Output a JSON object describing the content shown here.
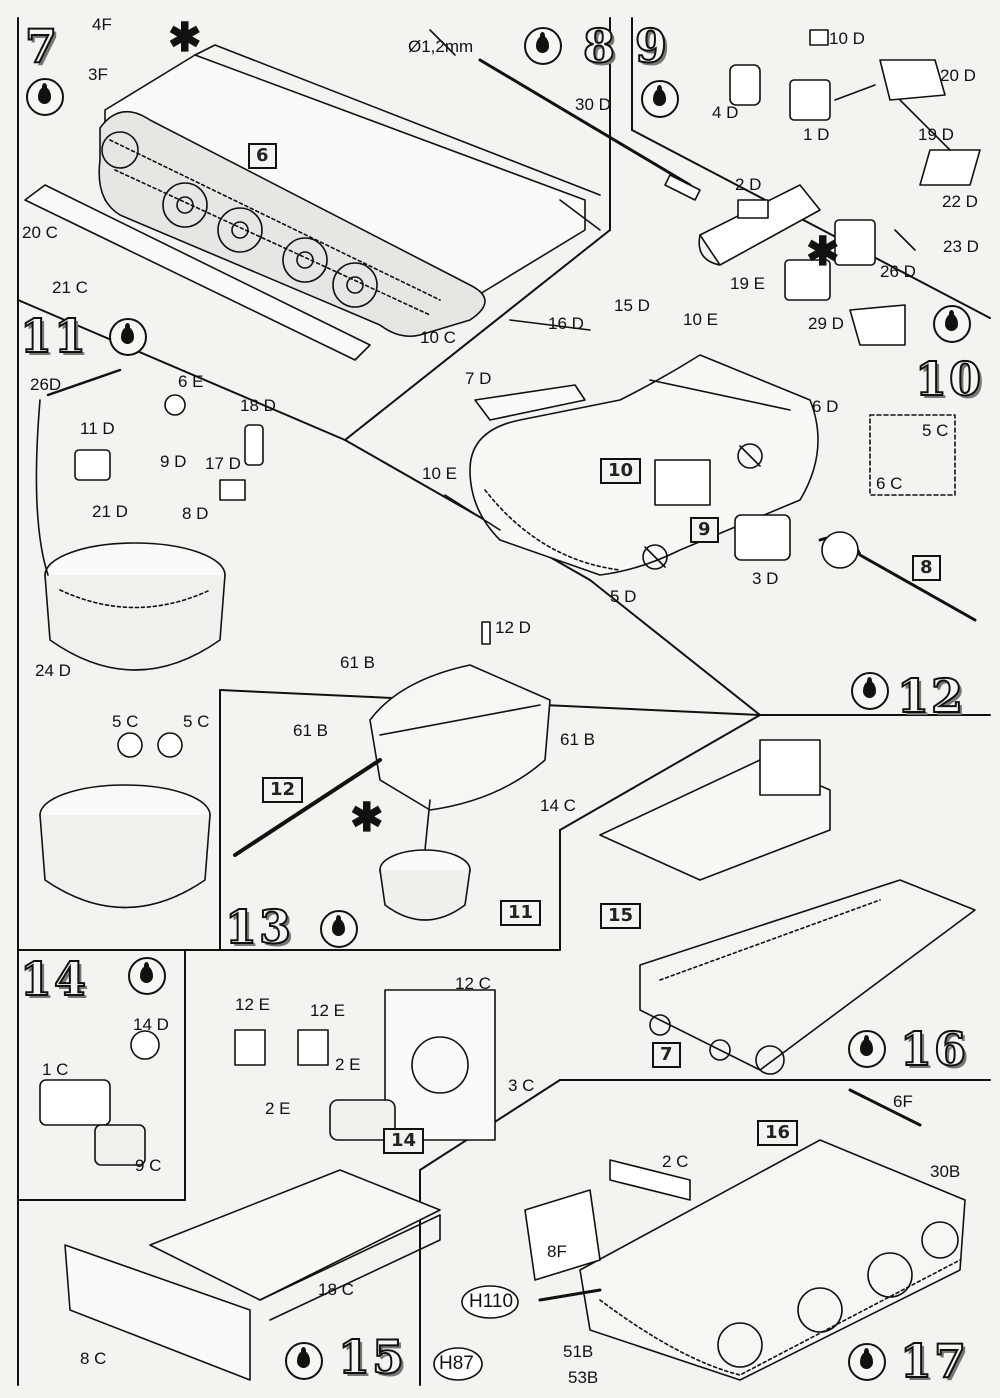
{
  "steps": {
    "s7": "7",
    "s8": "8",
    "s9": "9",
    "s10": "10",
    "s11": "11",
    "s12": "12",
    "s13": "13",
    "s14": "14",
    "s15": "15",
    "s16": "16",
    "s17": "17"
  },
  "refs": {
    "r6": "6",
    "r10": "10",
    "r9": "9",
    "r8": "8",
    "r12": "12",
    "r11": "11",
    "r15": "15",
    "r7": "7",
    "r14": "14",
    "r16": "16"
  },
  "parts": {
    "p4F": "4F",
    "p3F": "3F",
    "p1_2mm": "Ø1,2mm",
    "p30D": "30 D",
    "p20C": "20 C",
    "p21C": "21 C",
    "p10C": "10 C",
    "p10D": "10 D",
    "p20D": "20 D",
    "p4D": "4 D",
    "p1D": "1 D",
    "p19D": "19 D",
    "p2D": "2 D",
    "p22D": "22 D",
    "p23D": "23 D",
    "p26D_a": "26 D",
    "p19E": "19 E",
    "p29D": "29 D",
    "p26D_b": "26D",
    "p6E": "6 E",
    "p18D": "18 D",
    "p11D": "11 D",
    "p9D": "9 D",
    "p17D": "17 D",
    "p21D": "21 D",
    "p8D": "8 D",
    "p24D": "24 D",
    "p15D": "15 D",
    "p16D": "16 D",
    "p10E_a": "10 E",
    "p7D": "7 D",
    "p6D": "6 D",
    "p10E_b": "10 E",
    "p5C_a": "5 C",
    "p6C": "6 C",
    "p3D": "3 D",
    "p5D": "5 D",
    "p12D": "12 D",
    "p61B_a": "61 B",
    "p61B_b": "61 B",
    "p61B_c": "61 B",
    "p14C": "14 C",
    "p5C_b": "5 C",
    "p5C_c": "5 C",
    "p14D": "14 D",
    "p1C": "1 C",
    "p9C": "9 C",
    "p12E_a": "12 E",
    "p12E_b": "12 E",
    "p12C": "12 C",
    "p2E_a": "2 E",
    "p2E_b": "2 E",
    "p3C": "3 C",
    "p18C": "18 C",
    "p8C": "8 C",
    "p6F": "6F",
    "p30B": "30B",
    "p2C": "2 C",
    "p8F": "8F",
    "pH110": "H110",
    "pH87": "H87",
    "p51B": "51B",
    "p53B": "53B"
  },
  "icons": {
    "glue": "glue-drop-icon",
    "no_glue": "no-glue-icon",
    "clip": "clip-part-icon",
    "optional": "asterisk-icon"
  },
  "colors": {
    "ink": "#111111",
    "paper": "#f3f3f0",
    "shadow": "#777777"
  }
}
